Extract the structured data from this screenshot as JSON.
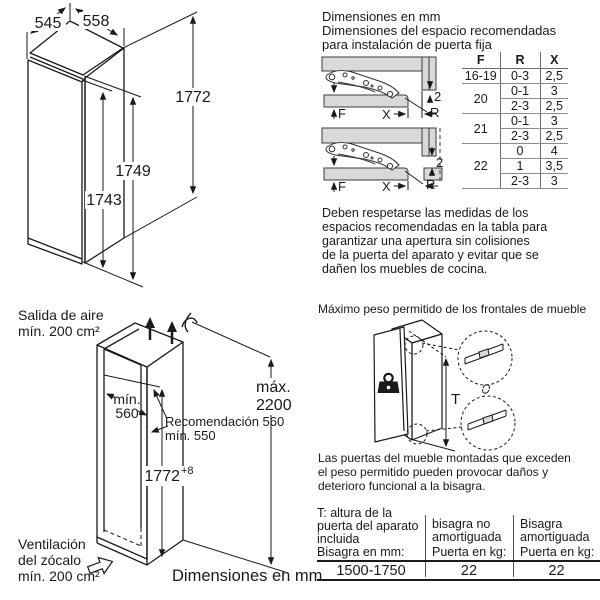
{
  "colors": {
    "ink": "#1a1a1a",
    "panel_gray": "#d9d9d9",
    "table_line": "#8c8c8c"
  },
  "top_left": {
    "depth_mm": "545",
    "width_mm": "558",
    "height_total_mm": "1772",
    "height_rear_mm": "1749",
    "height_front_mm": "1743"
  },
  "top_right": {
    "title": "Dimensiones en mm",
    "subtitle_lines": [
      "Dimensiones del espacio recomendadas",
      "para instalación de puerta fija"
    ],
    "hinge_labels": {
      "gap": "2",
      "front_thickness": "F",
      "gap_x": "X",
      "radius": "R"
    },
    "table": {
      "headers": [
        "F",
        "R",
        "X"
      ],
      "groups": [
        {
          "f": "16-19",
          "rows": [
            {
              "r": "0-3",
              "x": "2,5"
            }
          ]
        },
        {
          "f": "20",
          "rows": [
            {
              "r": "0-1",
              "x": "3"
            },
            {
              "r": "2-3",
              "x": "2,5"
            }
          ]
        },
        {
          "f": "21",
          "rows": [
            {
              "r": "0-1",
              "x": "3"
            },
            {
              "r": "2-3",
              "x": "2,5"
            }
          ]
        },
        {
          "f": "22",
          "rows": [
            {
              "r": "0",
              "x": "4"
            },
            {
              "r": "1",
              "x": "3,5"
            },
            {
              "r": "2-3",
              "x": "3"
            }
          ]
        }
      ]
    },
    "note_lines": [
      "Deben respetarse las medidas de los",
      "espacios recomendadas en la tabla para",
      "garantizar una apertura sin colisiones",
      "de la puerta del aparato y evitar que se",
      "dañen los muebles de cocina."
    ]
  },
  "bottom_left": {
    "air_outlet_lines": [
      "Salida de aire",
      "mín. 200 cm²"
    ],
    "niche_width_lines": [
      "mín.",
      "560"
    ],
    "depth_recommendation_lines": [
      "Recomendación 560",
      "mín. 550"
    ],
    "niche_height": "1772",
    "niche_height_tolerance": "+8",
    "max_height_lines": [
      "máx.",
      "2200"
    ],
    "plinth_vent_lines": [
      "Ventilación",
      "del zócalo",
      "mín. 200 cm²"
    ],
    "caption": "Dimensiones en mm"
  },
  "bottom_right": {
    "title": "Máximo peso permitido de los frontales de mueble",
    "height_label": "T",
    "note_lines": [
      "Las puertas del mueble montadas que exceden",
      "el peso permitido pueden provocar daños y",
      "deterioro funcional a la bisagra."
    ],
    "table": {
      "col1_header_lines": [
        "T: altura de la",
        "puerta del aparato",
        "incluida"
      ],
      "col1_subheader": "Bisagra en mm:",
      "col2_header_lines": [
        "bisagra no",
        "amortiguada"
      ],
      "col2_subheader": "Puerta en kg:",
      "col3_header_lines": [
        "Bisagra",
        "amortiguada"
      ],
      "col3_subheader": "Puerta en kg:",
      "row": {
        "range": "1500-1750",
        "undamped_kg": "22",
        "damped_kg": "22"
      }
    }
  }
}
